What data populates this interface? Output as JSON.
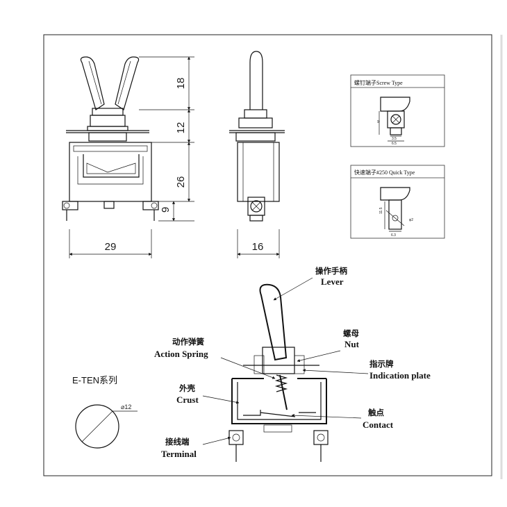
{
  "dimensions": {
    "lever_height": "18",
    "bushing_height": "12",
    "body_height": "26",
    "terminal_height": "9",
    "front_width": "29",
    "side_width": "16"
  },
  "screw_type": {
    "title": "螺钉端子Screw Type",
    "height": "9",
    "width_inner": "3.5",
    "width_outer": "6.5"
  },
  "quick_type": {
    "title": "快速端子#250 Quick Type",
    "height": "11.5",
    "width": "6.3",
    "hole": "φ2"
  },
  "series": {
    "label": "E-TEN系列",
    "panel_hole": "⌀12"
  },
  "callouts": {
    "lever_cn": "操作手柄",
    "lever_en": "Lever",
    "nut_cn": "螺母",
    "nut_en": "Nut",
    "spring_cn": "动作弹簧",
    "spring_en": "Action Spring",
    "plate_cn": "指示牌",
    "plate_en": "Indication plate",
    "crust_cn": "外壳",
    "crust_en": "Crust",
    "contact_cn": "触点",
    "contact_en": "Contact",
    "terminal_cn": "接线端",
    "terminal_en": "Terminal"
  }
}
